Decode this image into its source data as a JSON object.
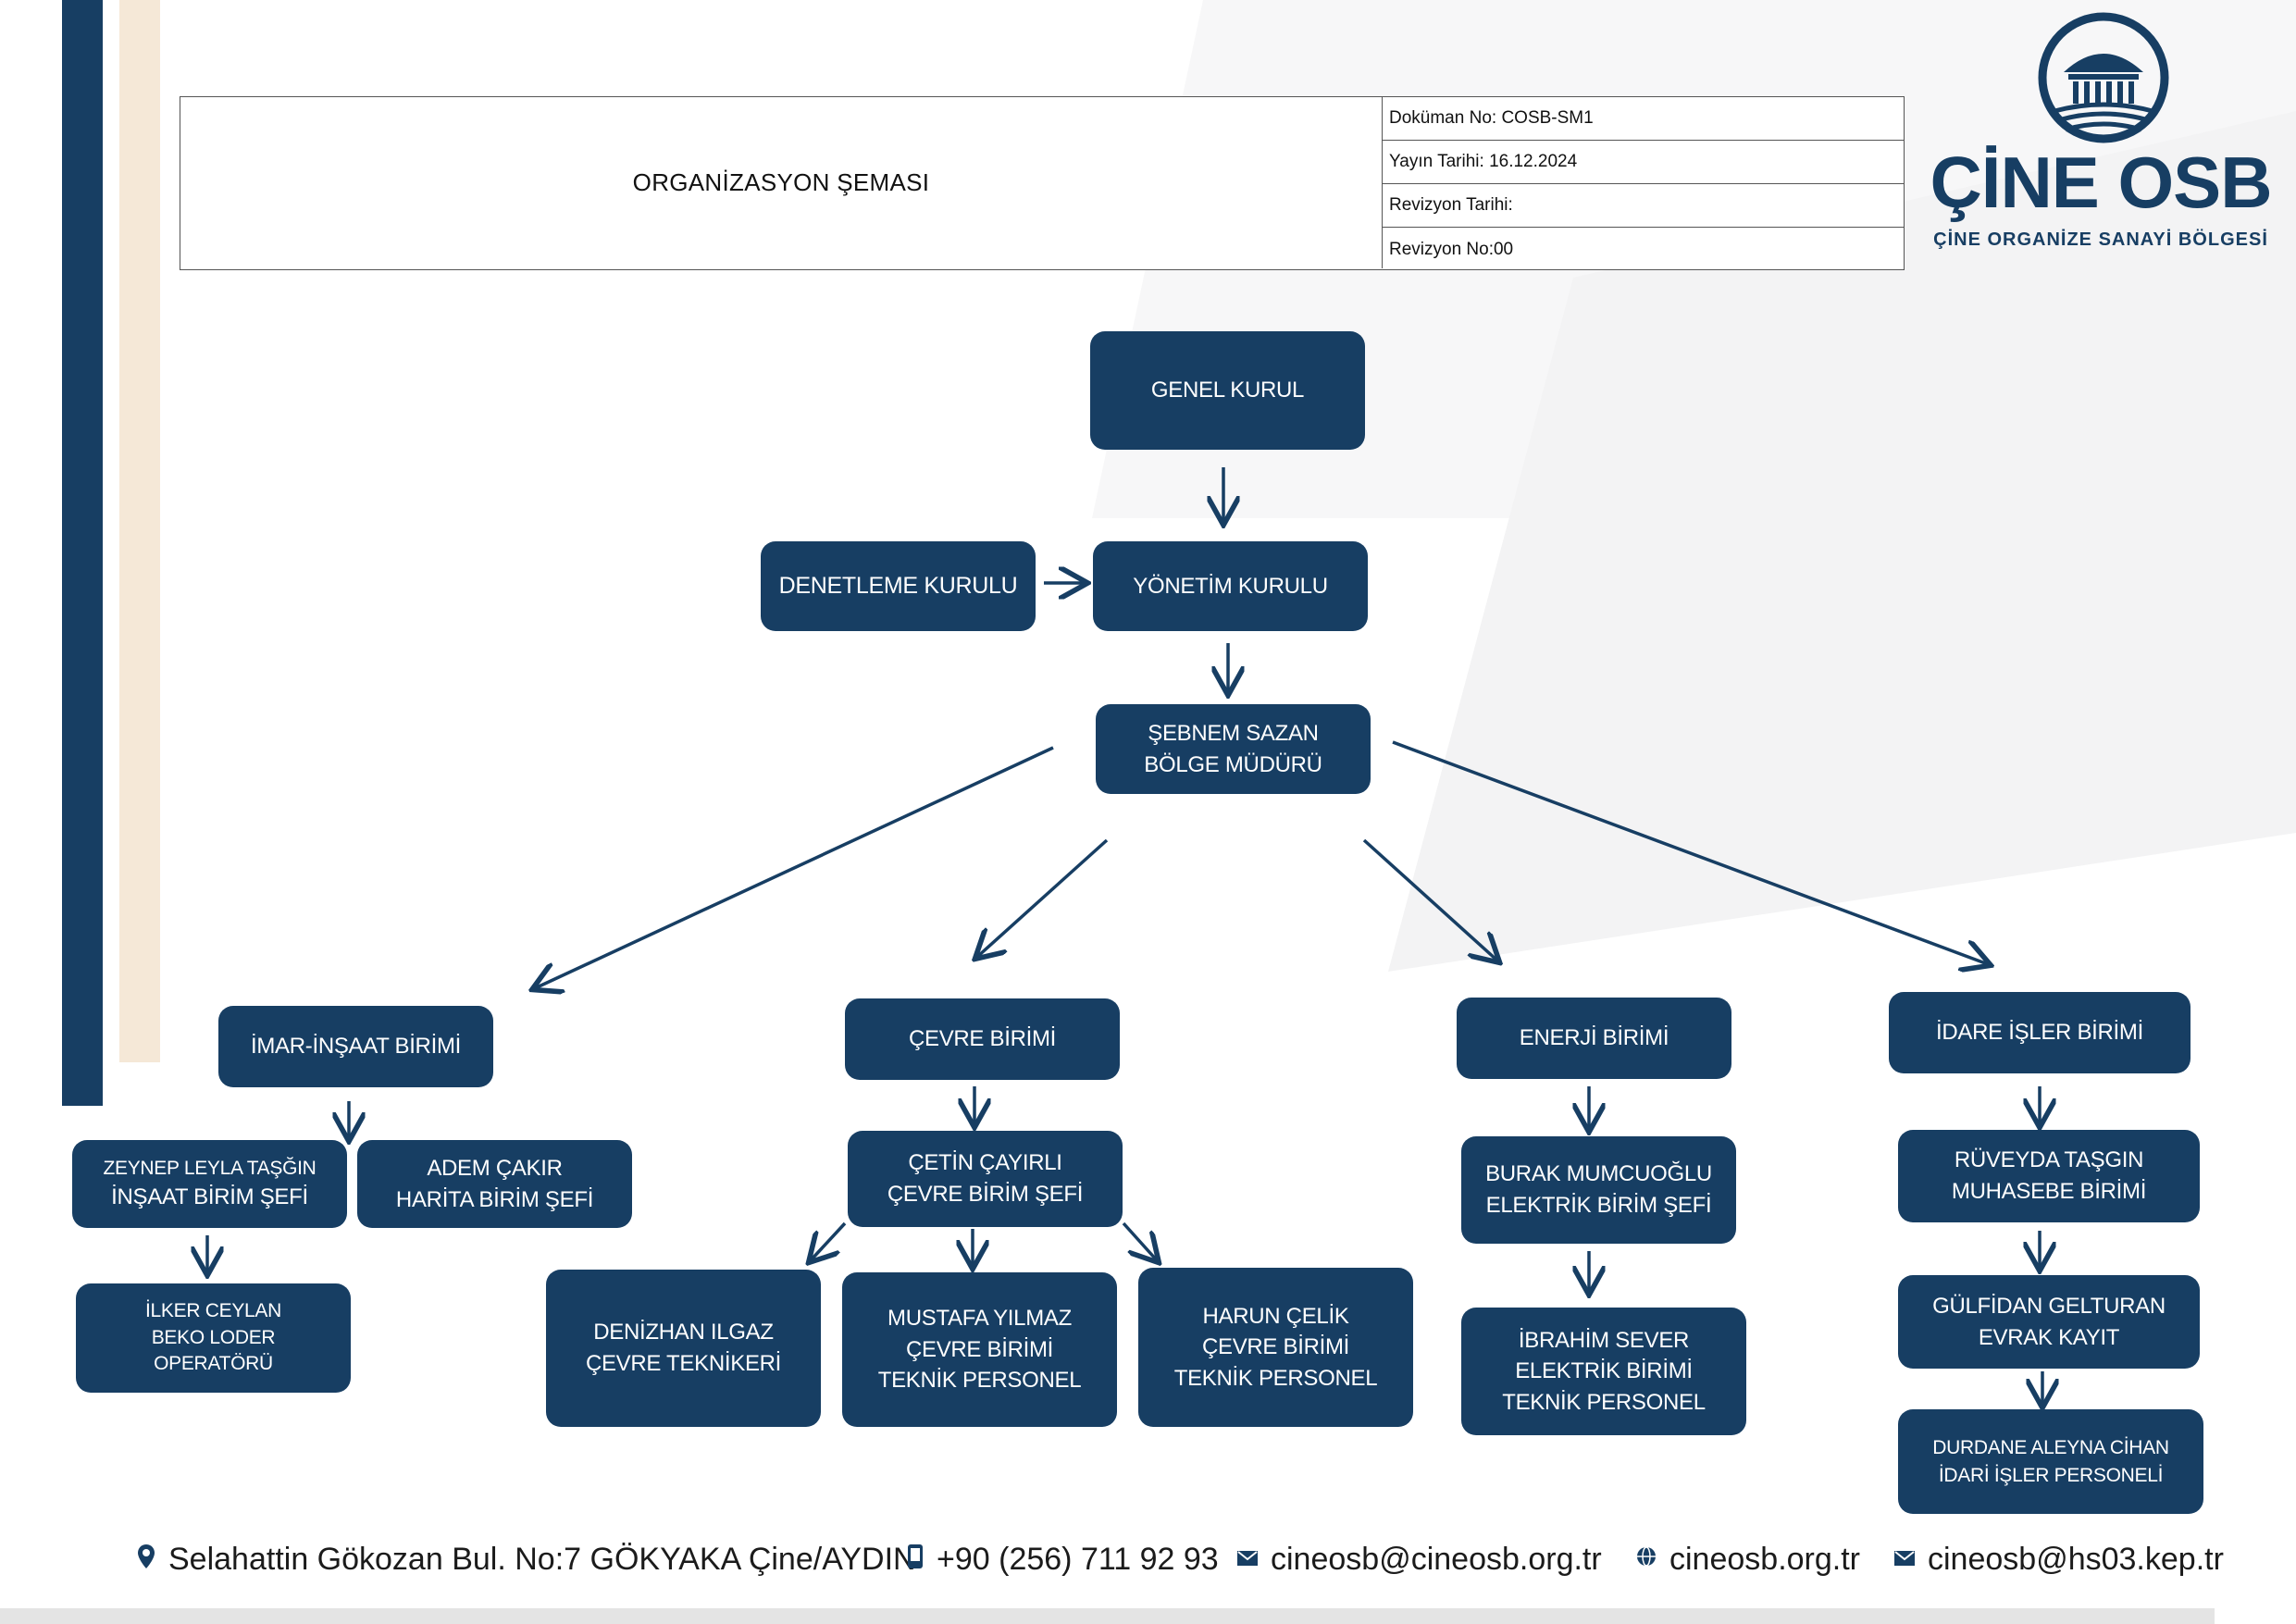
{
  "header": {
    "title": "ORGANİZASYON ŞEMASI",
    "document_no": "Doküman No: COSB-SM1",
    "publish_date": "Yayın Tarihi: 16.12.2024",
    "revision_date": "Revizyon Tarihi:",
    "revision_no": "Revizyon No:00"
  },
  "logo": {
    "name": "ÇİNE OSB",
    "subtitle": "ÇİNE ORGANİZE SANAYİ BÖLGESİ",
    "icon": "building-columns-icon"
  },
  "nodes": {
    "genel_kurul": "GENEL KURUL",
    "denetleme_kurulu": "DENETLEME KURULU",
    "yonetim_kurulu": "YÖNETİM KURULU",
    "bolge_muduru": {
      "name": "ŞEBNEM SAZAN",
      "title": "BÖLGE MÜDÜRÜ"
    },
    "imar": {
      "unit": "İMAR-İNŞAAT BİRİMİ",
      "insaat_sefi": {
        "name": "ZEYNEP LEYLA TAŞĞIN",
        "title": "İNŞAAT BİRİM ŞEFİ"
      },
      "harita_sefi": {
        "name": "ADEM ÇAKIR",
        "title": "HARİTA BİRİM ŞEFİ"
      },
      "operator": {
        "name": "İLKER CEYLAN",
        "line2": "BEKO LODER",
        "line3": "OPERATÖRÜ"
      }
    },
    "cevre": {
      "unit": "ÇEVRE BİRİMİ",
      "sef": {
        "name": "ÇETİN ÇAYIRLI",
        "title": "ÇEVRE BİRİM ŞEFİ"
      },
      "teknikeri": {
        "name": "DENİZHAN ILGAZ",
        "title": "ÇEVRE TEKNİKERİ"
      },
      "personel1": {
        "name": "MUSTAFA YILMAZ",
        "line2": "ÇEVRE BİRİMİ",
        "line3": "TEKNİK PERSONEL"
      },
      "personel2": {
        "name": "HARUN ÇELİK",
        "line2": "ÇEVRE BİRİMİ",
        "line3": "TEKNİK PERSONEL"
      }
    },
    "enerji": {
      "unit": "ENERJİ BİRİMİ",
      "sef": {
        "name": "BURAK MUMCUOĞLU",
        "title": "ELEKTRİK BİRİM ŞEFİ"
      },
      "personel": {
        "name": "İBRAHİM SEVER",
        "line2": "ELEKTRİK BİRİMİ",
        "line3": "TEKNİK PERSONEL"
      }
    },
    "idare": {
      "unit": "İDARE İŞLER BİRİMİ",
      "muhasebe": {
        "name": "RÜVEYDA TAŞGIN",
        "title": "MUHASEBE BİRİMİ"
      },
      "evrak": {
        "name": "GÜLFİDAN GELTURAN",
        "title": "EVRAK KAYIT"
      },
      "personel": {
        "name": "DURDANE ALEYNA CİHAN",
        "title": "İDARİ İŞLER PERSONELİ"
      }
    }
  },
  "footer": {
    "address": "Selahattin Gökozan Bul. No:7 GÖKYAKA Çine/AYDIN",
    "phone": "+90 (256) 711 92 93",
    "email": "cineosb@cineosb.org.tr",
    "website": "cineosb.org.tr",
    "kep": "cineosb@hs03.kep.tr"
  },
  "colors": {
    "navy": "#173e63",
    "beige": "#f5e8d7"
  }
}
